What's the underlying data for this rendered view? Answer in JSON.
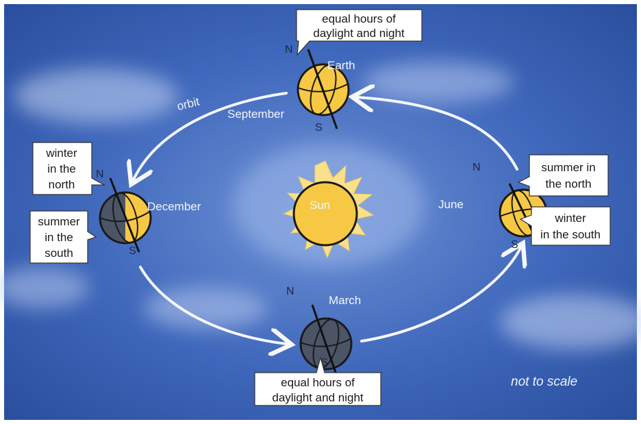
{
  "diagram": {
    "sun_label": "Sun",
    "orbit_label": "orbit",
    "earth_label": "Earth",
    "note": "not to scale",
    "pole_north": "N",
    "pole_south": "S",
    "months": {
      "september": "September",
      "december": "December",
      "march": "March",
      "june": "June"
    },
    "callouts": {
      "september_line1": "equal hours of",
      "september_line2": "daylight and night",
      "december_north_line1": "winter",
      "december_north_line2": "in the",
      "december_north_line3": "north",
      "december_south_line1": "summer",
      "december_south_line2": "in the",
      "december_south_line3": "south",
      "june_north_line1": "summer in",
      "june_north_line2": "the north",
      "june_south_line1": "winter",
      "june_south_line2": "in the south",
      "march_line1": "equal hours of",
      "march_line2": "daylight and night"
    },
    "colors": {
      "sky": "#3a63b8",
      "sun": "#f7c843",
      "sun_rays": "#fbe08a",
      "earth_day": "#f7c843",
      "earth_night": "#4b5566",
      "orbit": "#ffffff"
    }
  }
}
